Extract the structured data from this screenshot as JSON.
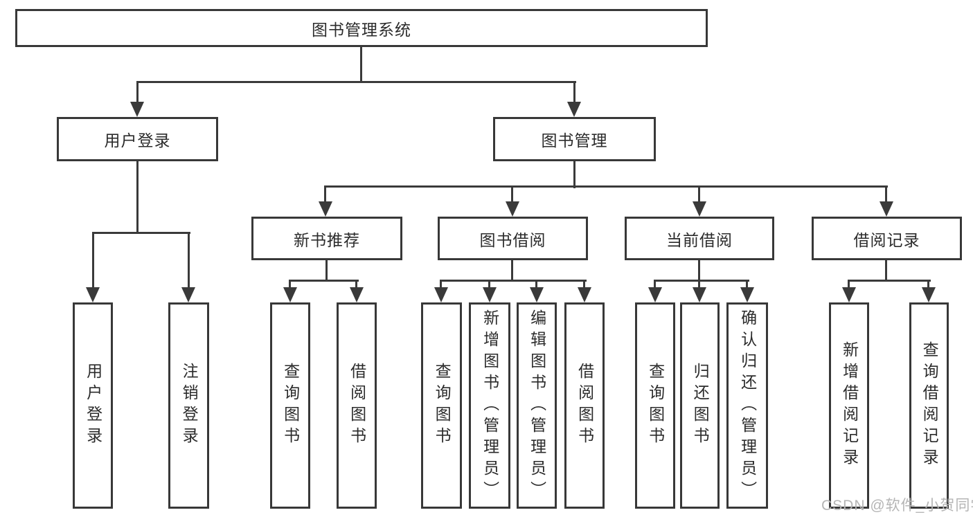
{
  "tree": {
    "root": {
      "label": "图书管理系统"
    },
    "branches": [
      {
        "label": "用户登录",
        "children": [
          "用户登录",
          "注销登录"
        ]
      },
      {
        "label": "图书管理",
        "children": [
          {
            "label": "新书推荐",
            "children": [
              "查询图书",
              "借阅图书"
            ]
          },
          {
            "label": "图书借阅",
            "children": [
              "查询图书",
              "新增图书（管理员）",
              "编辑图书（管理员）",
              "借阅图书"
            ]
          },
          {
            "label": "当前借阅",
            "children": [
              "查询图书",
              "归还图书",
              "确认归还（管理员）"
            ]
          },
          {
            "label": "借阅记录",
            "children": [
              "新增借阅记录",
              "查询借阅记录"
            ]
          }
        ]
      }
    ]
  },
  "watermark": {
    "text": "CSDN @软件_小贺同学"
  },
  "colors": {
    "line": "#3a3a3a",
    "box_border": "#383838",
    "text": "#2b2b2b",
    "watermark": "#b5b5b5",
    "background": "#ffffff"
  }
}
